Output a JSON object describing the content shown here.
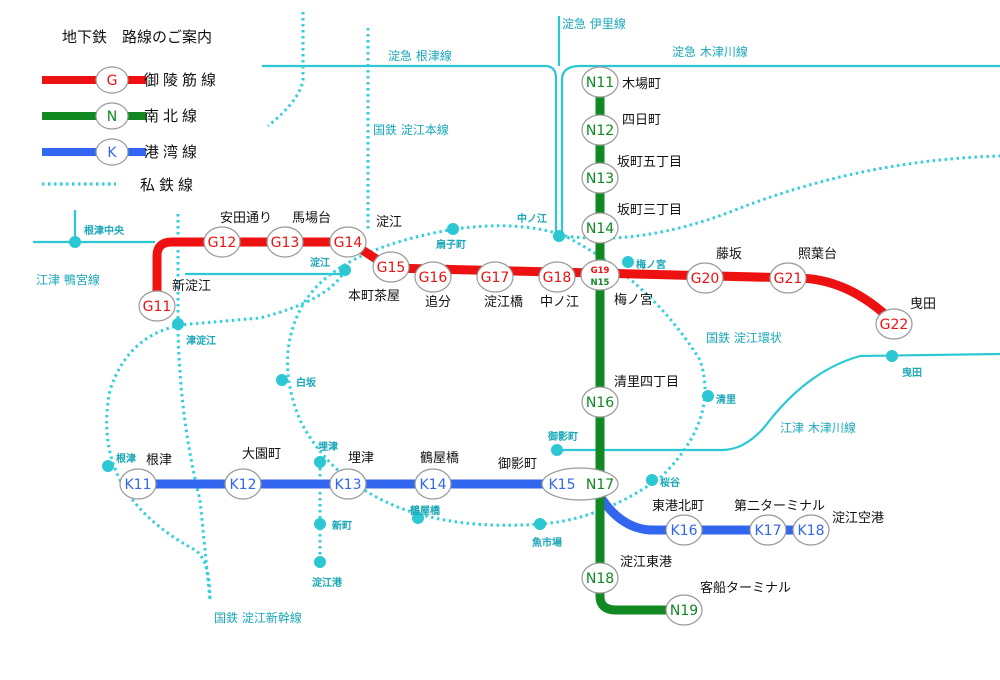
{
  "colors": {
    "G": "#ee1111",
    "N": "#118822",
    "K": "#3366ee",
    "private": "#2bc8d4",
    "jr": "#33d0dc",
    "label_teal": "#1aa8b8"
  },
  "legend": {
    "title": "地下鉄　路線のご案内",
    "items": [
      {
        "code": "G",
        "name": "御陵筋線",
        "kind": "G"
      },
      {
        "code": "N",
        "name": "南北線",
        "kind": "N"
      },
      {
        "code": "K",
        "name": "港湾線",
        "kind": "K"
      },
      {
        "code": "",
        "name": "私鉄線",
        "kind": "private"
      }
    ]
  },
  "other_lines": [
    {
      "id": "yodo-nezu",
      "name": "淀急 根津線"
    },
    {
      "id": "yodo-iri",
      "name": "淀急 伊里線"
    },
    {
      "id": "yodo-kizugawa",
      "name": "淀急 木津川線"
    },
    {
      "id": "jr-yodoe-main",
      "name": "国鉄 淀江本線"
    },
    {
      "id": "koutsu-naruto",
      "name": "江津 鴨宮線"
    },
    {
      "id": "jr-loop",
      "name": "国鉄 淀江環状"
    },
    {
      "id": "koutsu-kizugawa",
      "name": "江津 木津川線"
    },
    {
      "id": "jr-shinkansen",
      "name": "国鉄 淀江新幹線"
    }
  ],
  "stations": {
    "G": [
      {
        "code": "G11",
        "name": "新淀江"
      },
      {
        "code": "G12",
        "name": "安田通り"
      },
      {
        "code": "G13",
        "name": "馬場台"
      },
      {
        "code": "G14",
        "name": "淀江"
      },
      {
        "code": "G15",
        "name": "本町茶屋"
      },
      {
        "code": "G16",
        "name": "追分"
      },
      {
        "code": "G17",
        "name": "淀江橋"
      },
      {
        "code": "G18",
        "name": "中ノ江"
      },
      {
        "code": "G19",
        "name": "梅ノ宮"
      },
      {
        "code": "G20",
        "name": "藤坂"
      },
      {
        "code": "G21",
        "name": "照葉台"
      },
      {
        "code": "G22",
        "name": "曳田"
      }
    ],
    "N": [
      {
        "code": "N11",
        "name": "木場町"
      },
      {
        "code": "N12",
        "name": "四日町"
      },
      {
        "code": "N13",
        "name": "坂町五丁目"
      },
      {
        "code": "N14",
        "name": "坂町三丁目"
      },
      {
        "code": "N15",
        "name": ""
      },
      {
        "code": "N16",
        "name": "清里四丁目"
      },
      {
        "code": "N17",
        "name": ""
      },
      {
        "code": "N18",
        "name": "淀江東港"
      },
      {
        "code": "N19",
        "name": "客船ターミナル"
      }
    ],
    "K": [
      {
        "code": "K11",
        "name": "根津"
      },
      {
        "code": "K12",
        "name": "大園町"
      },
      {
        "code": "K13",
        "name": "埋津"
      },
      {
        "code": "K14",
        "name": "鶴屋橋"
      },
      {
        "code": "K15",
        "name": "御影町"
      },
      {
        "code": "K16",
        "name": "東港北町"
      },
      {
        "code": "K17",
        "name": "第二ターミナル"
      },
      {
        "code": "K18",
        "name": "淀江空港"
      }
    ]
  },
  "connections": [
    {
      "id": "nezu-naka",
      "name": "根津中央"
    },
    {
      "id": "yodoe",
      "name": "淀江"
    },
    {
      "id": "tsuyodoe",
      "name": "津淀江"
    },
    {
      "id": "ogimachi",
      "name": "扇子町"
    },
    {
      "id": "nakanoe",
      "name": "中ノ江"
    },
    {
      "id": "umenomiya",
      "name": "梅ノ宮"
    },
    {
      "id": "hakusaka",
      "name": "白坂"
    },
    {
      "id": "kiyosato",
      "name": "清里"
    },
    {
      "id": "mikagecho",
      "name": "御影町"
    },
    {
      "id": "sakuradani",
      "name": "桜谷"
    },
    {
      "id": "nezu",
      "name": "根津"
    },
    {
      "id": "umezu",
      "name": "埋津"
    },
    {
      "id": "tsuruyabashi",
      "name": "鶴屋橋"
    },
    {
      "id": "uoichiba",
      "name": "魚市場"
    },
    {
      "id": "shinmachi",
      "name": "新町"
    },
    {
      "id": "yodoekou",
      "name": "淀江港"
    },
    {
      "id": "hikita",
      "name": "曳田"
    }
  ]
}
